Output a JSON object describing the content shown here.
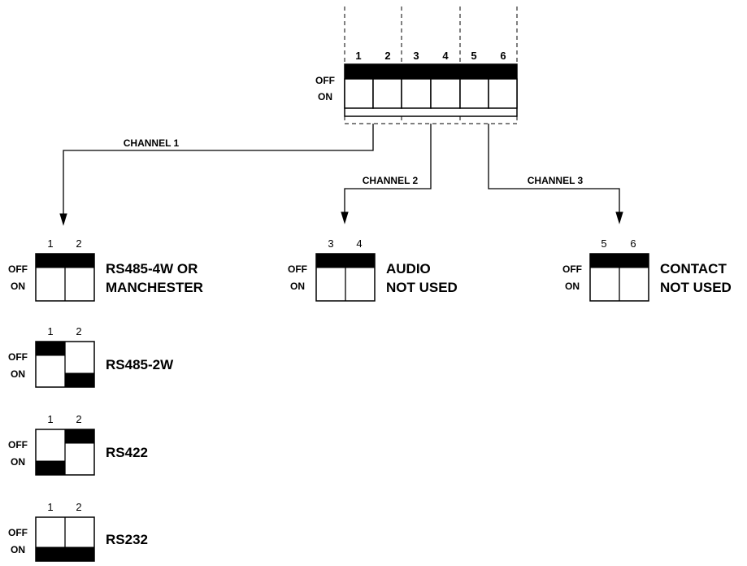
{
  "top_switch": {
    "numbers": [
      "1",
      "2",
      "3",
      "4",
      "5",
      "6"
    ],
    "off_label": "OFF",
    "on_label": "ON",
    "positions": [
      "off",
      "off",
      "off",
      "off",
      "off",
      "off"
    ]
  },
  "channels": [
    {
      "label": "CHANNEL 1"
    },
    {
      "label": "CHANNEL 2"
    },
    {
      "label": "CHANNEL 3"
    }
  ],
  "channel1_settings": [
    {
      "numbers": [
        "1",
        "2"
      ],
      "off_label": "OFF",
      "on_label": "ON",
      "positions": [
        "off",
        "off"
      ],
      "desc_lines": [
        "RS485-4W OR",
        "MANCHESTER"
      ]
    },
    {
      "numbers": [
        "1",
        "2"
      ],
      "off_label": "OFF",
      "on_label": "ON",
      "positions": [
        "off",
        "on"
      ],
      "desc_lines": [
        "RS485-2W"
      ]
    },
    {
      "numbers": [
        "1",
        "2"
      ],
      "off_label": "OFF",
      "on_label": "ON",
      "positions": [
        "on",
        "off"
      ],
      "desc_lines": [
        "RS422"
      ]
    },
    {
      "numbers": [
        "1",
        "2"
      ],
      "off_label": "OFF",
      "on_label": "ON",
      "positions": [
        "on",
        "on"
      ],
      "desc_lines": [
        "RS232"
      ]
    }
  ],
  "channel2_setting": {
    "numbers": [
      "3",
      "4"
    ],
    "off_label": "OFF",
    "on_label": "ON",
    "positions": [
      "off",
      "off"
    ],
    "desc_lines": [
      "AUDIO",
      "NOT USED"
    ]
  },
  "channel3_setting": {
    "numbers": [
      "5",
      "6"
    ],
    "off_label": "OFF",
    "on_label": "ON",
    "positions": [
      "off",
      "off"
    ],
    "desc_lines": [
      "CONTACT",
      "NOT USED"
    ]
  }
}
